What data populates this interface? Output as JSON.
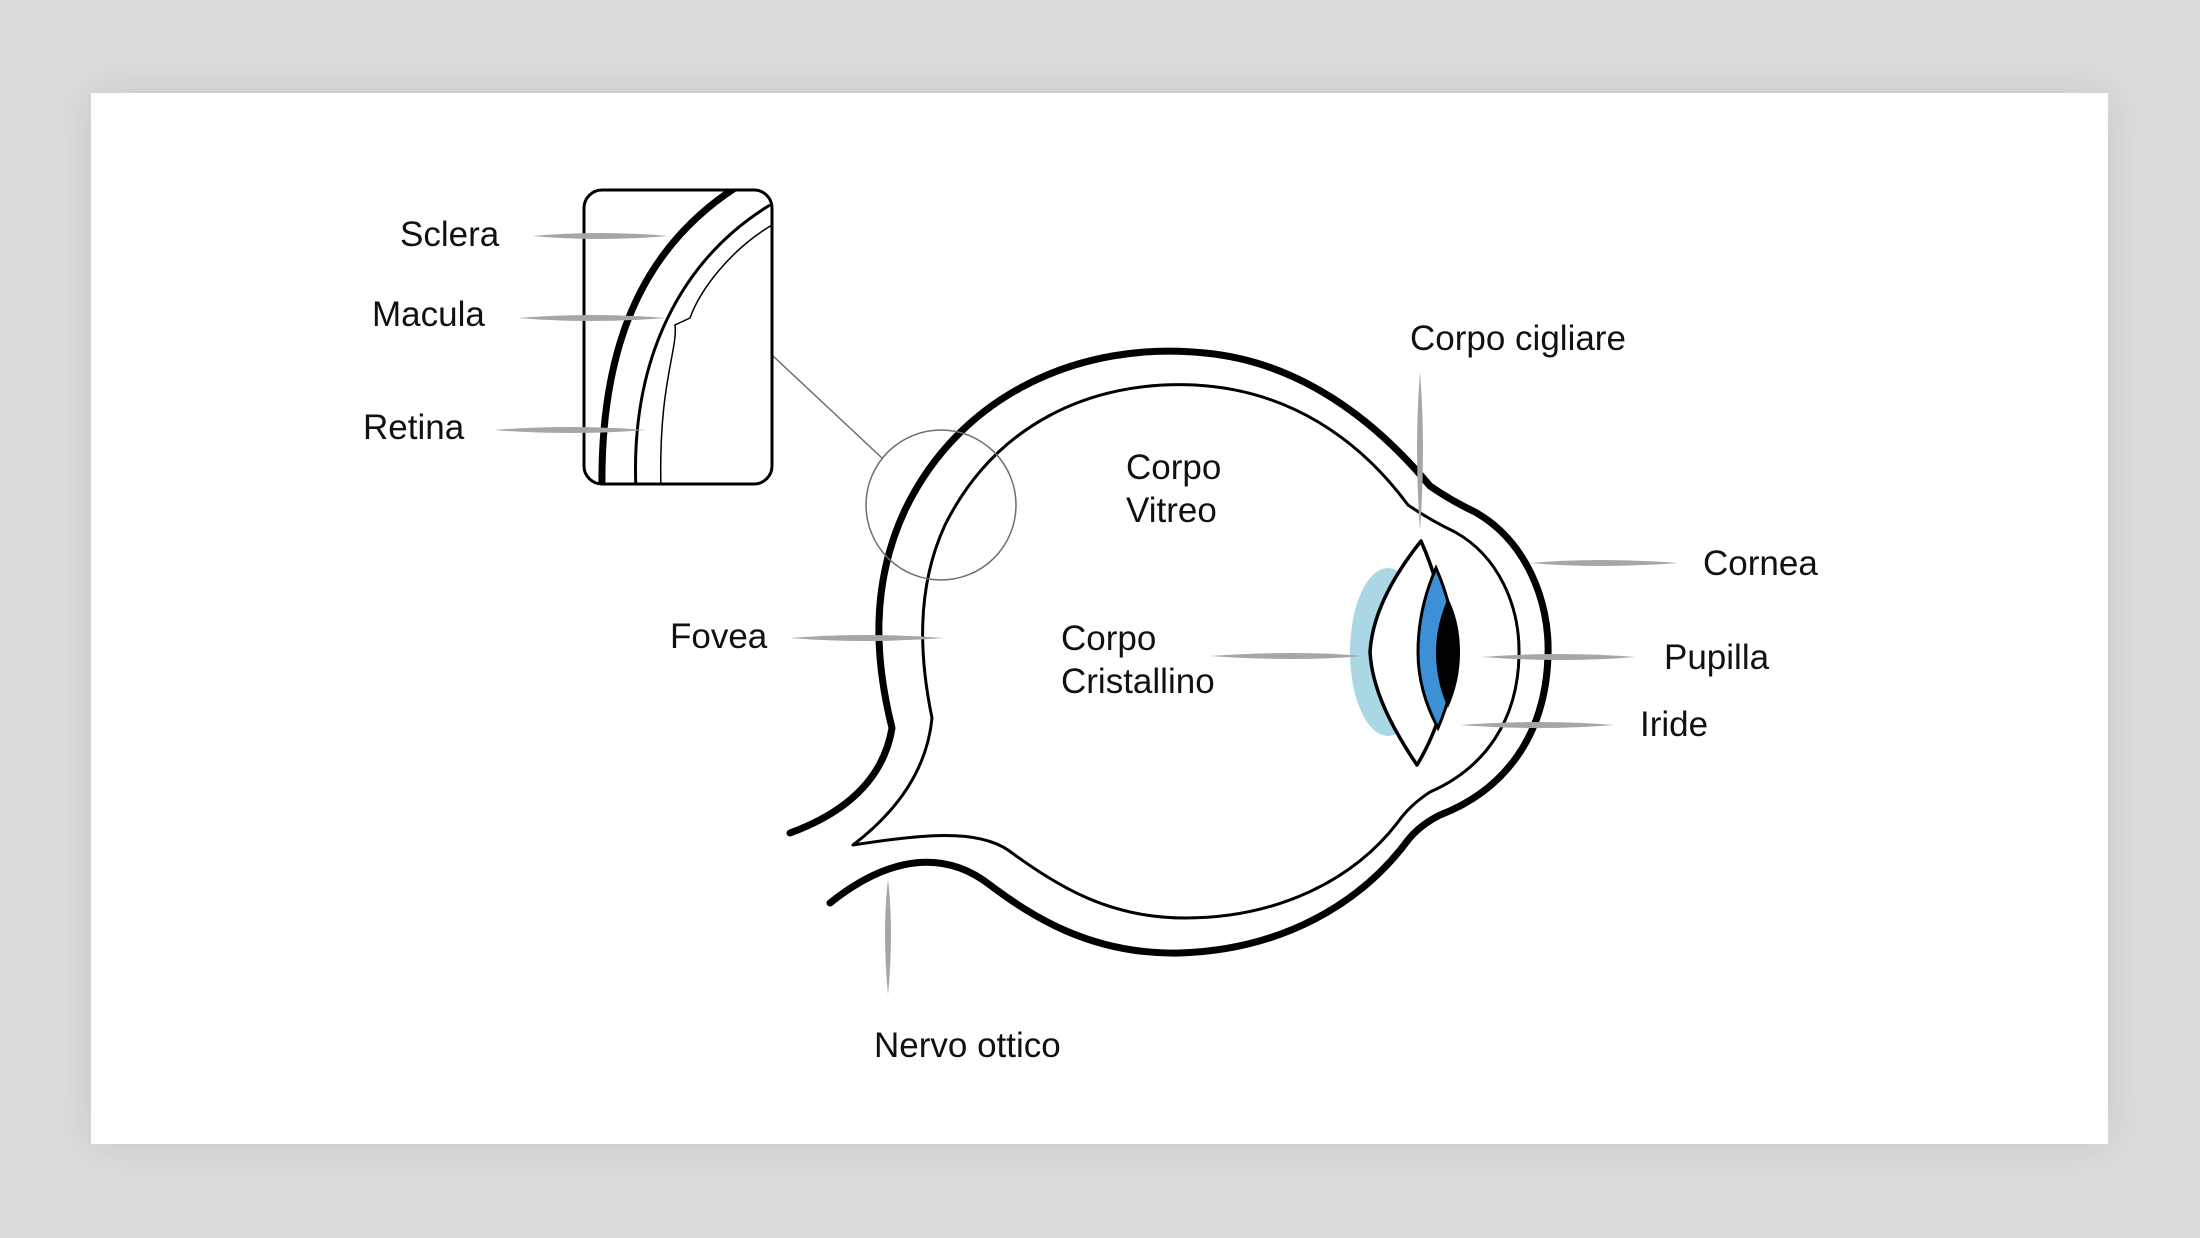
{
  "labels": {
    "sclera": "Sclera",
    "macula": "Macula",
    "retina": "Retina",
    "fovea": "Fovea",
    "corpo_vitreo_line1": "Corpo",
    "corpo_vitreo_line2": "Vitreo",
    "corpo_cristallino_line1": "Corpo",
    "corpo_cristallino_line2": "Cristallino",
    "corpo_cigliare": "Corpo cigliare",
    "cornea": "Cornea",
    "pupilla": "Pupilla",
    "iride": "Iride",
    "nervo_ottico": "Nervo ottico"
  },
  "colors": {
    "background": "#dcdcdc",
    "card": "#ffffff",
    "outline": "#000000",
    "leader": "#a6a6a6",
    "lens_halo": "#a9d7e4",
    "iris": "#3d8fd6",
    "pupil": "#000000"
  }
}
